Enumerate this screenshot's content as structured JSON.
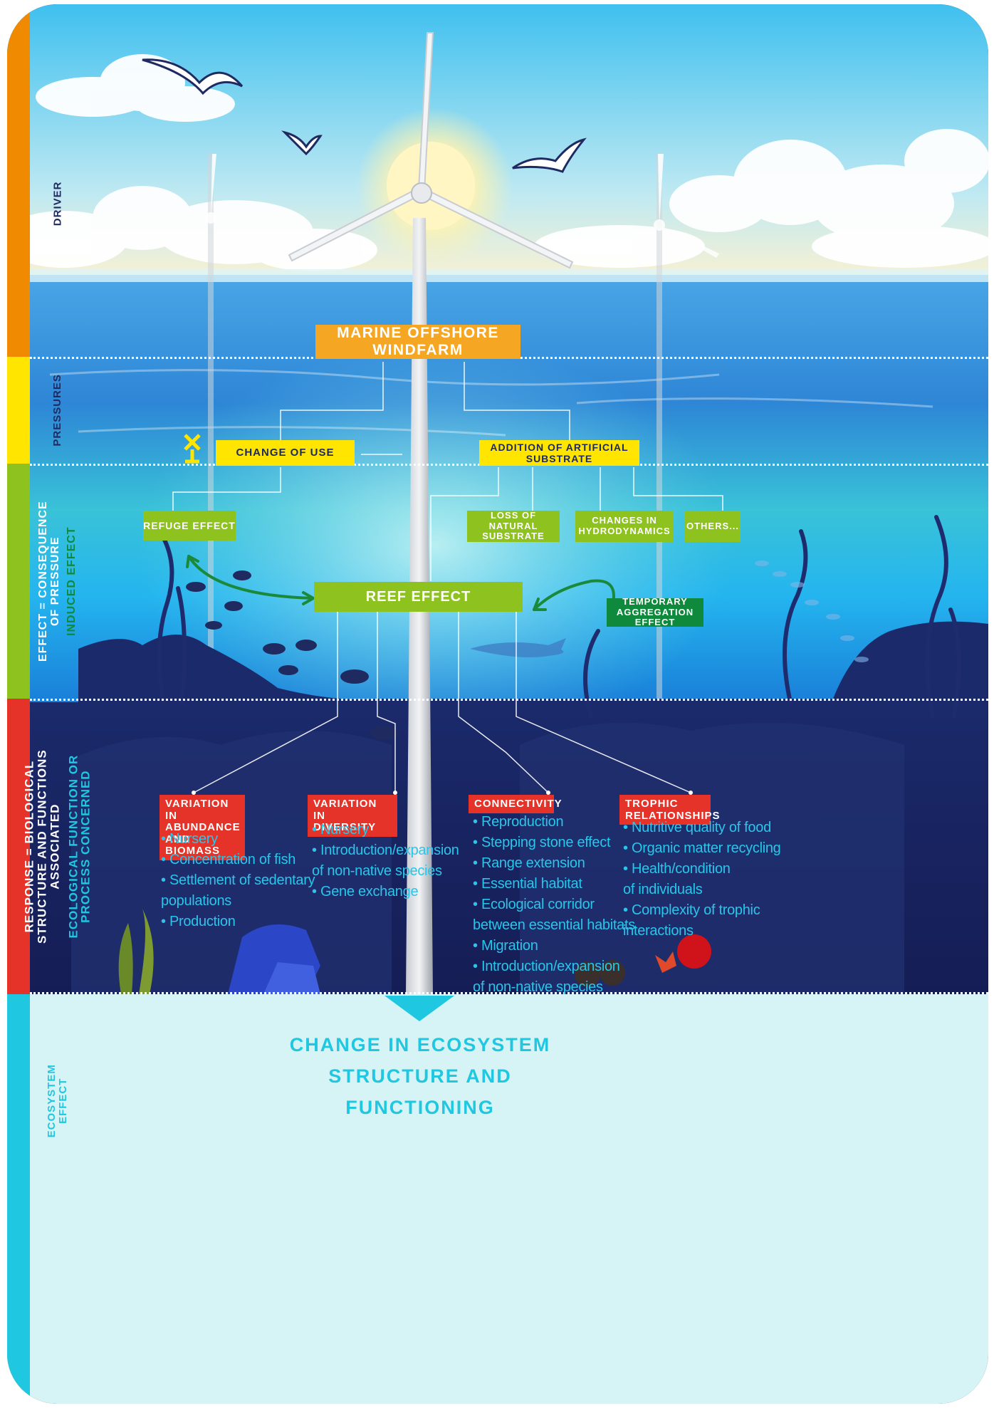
{
  "rows": {
    "driver": "DRIVER",
    "pressures": "PRESSURES",
    "effect_main": "EFFECT = CONSEQUENCE OF PRESSURE",
    "effect_sub": "INDUCED EFFECT",
    "response_main": "RESPONSE = BIOLOGICAL STRUCTURE AND FUNCTIONS ASSOCIATED",
    "response_sub": "ECOLOGICAL FUNCTION OR PROCESS CONCERNED",
    "ecosystem": "ECOSYSTEM EFFECT"
  },
  "driver": "MARINE OFFSHORE WINDFARM",
  "pressures": {
    "change_of_use": "CHANGE OF USE",
    "artificial_substrate": "ADDITION OF ARTIFICIAL SUBSTRATE"
  },
  "effects": {
    "refuge": "REFUGE EFFECT",
    "loss_natural_substrate": "LOSS OF NATURAL SUBSTRATE",
    "hydrodynamics": "CHANGES IN HYDRODYNAMICS",
    "others": "OTHERS...",
    "reef": "REEF EFFECT",
    "temporary_aggregation": "TEMPORARY AGGREGATION EFFECT"
  },
  "responses": [
    {
      "title": "VARIATION IN ABUNDANCE AND BIOMASS",
      "items": [
        "• Nursery",
        "• Concentration of fish",
        "• Settlement of sedentary",
        "populations",
        "• Production"
      ]
    },
    {
      "title": "VARIATION IN DIVERSITY",
      "items": [
        "• Nursery",
        "• Introduction/expansion",
        "of non-native species",
        "• Gene exchange"
      ]
    },
    {
      "title": "CONNECTIVITY",
      "items": [
        "• Reproduction",
        "• Stepping stone effect",
        "• Range extension",
        "• Essential habitat",
        "• Ecological corridor",
        "between essential habitats",
        "• Migration",
        "• Introduction/expansion",
        "of non-native species"
      ]
    },
    {
      "title": "TROPHIC RELATIONSHIPS",
      "items": [
        "• Nutritive quality of food",
        "• Organic matter recycling",
        "• Health/condition",
        "of individuals",
        "• Complexity of trophic",
        "interactions"
      ]
    }
  ],
  "ecosystem_effect": "CHANGE IN ECOSYSTEM STRUCTURE AND FUNCTIONING",
  "colors": {
    "driver": "#f08a00",
    "pressures": "#ffe500",
    "effect": "#8dc21f",
    "response": "#e63329",
    "ecosystem": "#1fc7e0"
  }
}
